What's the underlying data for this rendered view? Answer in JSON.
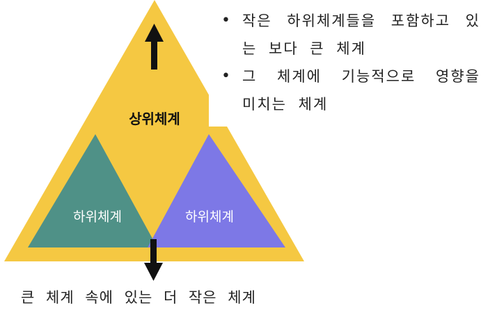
{
  "diagram": {
    "super_label": "상위체계",
    "sub_left_label": "하위체계",
    "sub_right_label": "하위체계",
    "colors": {
      "outer": "#f5c842",
      "left": "#4f9187",
      "right": "#7d78e6",
      "arrow": "#111111"
    }
  },
  "bullets": [
    "작은 하위체계들을 포함하고 있는 보다 큰 체계",
    "그 체계에 기능적으로 영향을 미치는 체계"
  ],
  "caption": "큰 체계 속에 있는 더 작은 체계"
}
